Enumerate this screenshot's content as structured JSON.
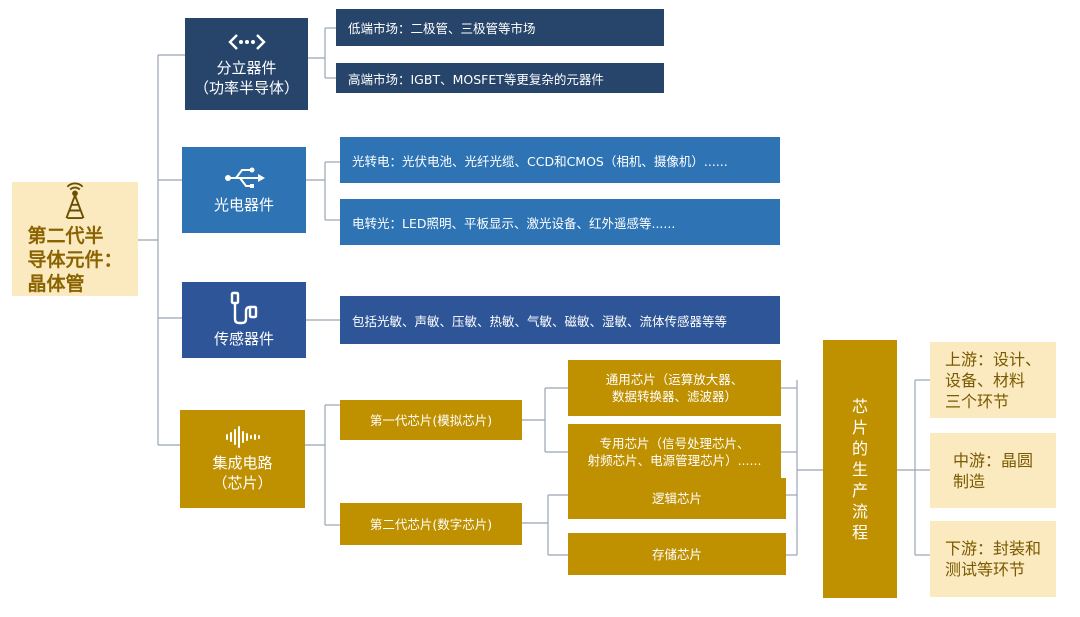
{
  "root": {
    "title": "第二代半导体元件：晶体管",
    "lines": [
      "第二代半",
      "导体元件：",
      "晶体管"
    ],
    "icon": "antenna-tower-icon"
  },
  "categories": [
    {
      "id": "discrete",
      "lines": [
        "分立器件",
        "（功率半导体）"
      ],
      "icon": "code-arrows-icon",
      "color": "#27456b",
      "items": [
        "低端市场：二极管、三极管等市场",
        "高端市场：IGBT、MOSFET等更复杂的元器件"
      ]
    },
    {
      "id": "optoelectronic",
      "lines": [
        "光电器件"
      ],
      "icon": "usb-icon",
      "color": "#2e74b5",
      "items": [
        "光转电：光伏电池、光纤光缆、CCD和CMOS（相机、摄像机）......",
        "电转光：LED照明、平板显示、激光设备、红外遥感等......"
      ]
    },
    {
      "id": "sensor",
      "lines": [
        "传感器件"
      ],
      "icon": "cable-plug-icon",
      "color": "#2e5597",
      "items": [
        "包括光敏、声敏、压敏、热敏、气敏、磁敏、湿敏、流体传感器等等"
      ]
    },
    {
      "id": "ic",
      "lines": [
        "集成电路",
        "（芯片）"
      ],
      "icon": "sound-wave-icon",
      "color": "#bf9000"
    }
  ],
  "ic": {
    "gen1": {
      "label": "第一代芯片(模拟芯片)",
      "children": [
        [
          "通用芯片（运算放大器、",
          "数据转换器、滤波器）"
        ],
        [
          "专用芯片（信号处理芯片、",
          "射频芯片、电源管理芯片）......"
        ]
      ]
    },
    "gen2": {
      "label": "第二代芯片(数字芯片)",
      "children": [
        "逻辑芯片",
        "存储芯片"
      ]
    }
  },
  "process": {
    "chars": [
      "芯",
      "片",
      "的",
      "生",
      "产",
      "流",
      "程"
    ],
    "stages": [
      [
        "上游：设计、",
        "设备、材料",
        "三个环节"
      ],
      [
        "中游：晶圆",
        "制造"
      ],
      [
        "下游：封装和",
        "测试等环节"
      ]
    ]
  },
  "colors": {
    "navy": "#27456b",
    "blue": "#2e74b5",
    "gold": "#bf9000",
    "cream": "#fbe9c0",
    "connector": "#9aa5b4"
  }
}
